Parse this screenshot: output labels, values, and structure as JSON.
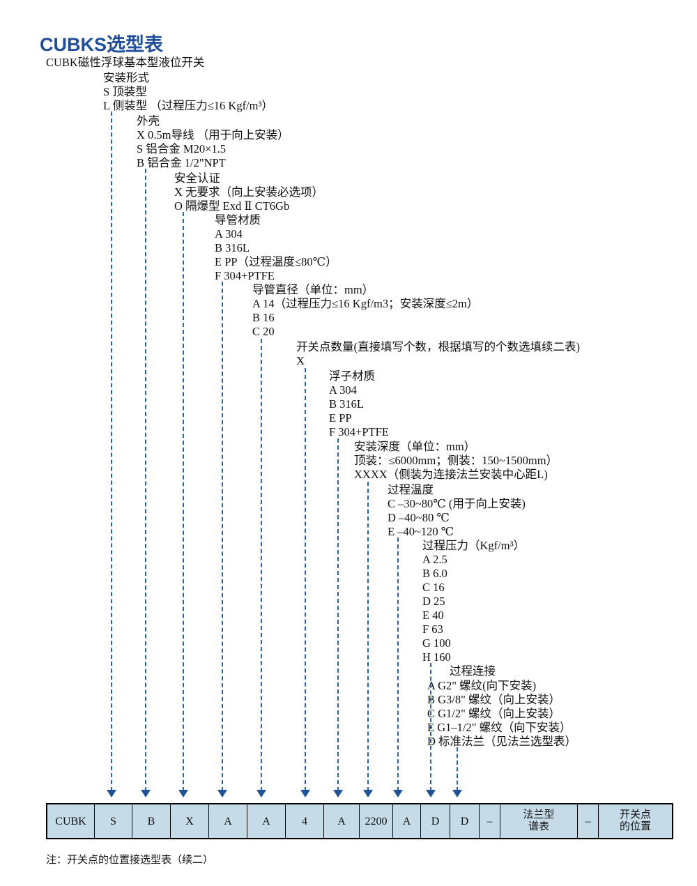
{
  "title": "CUBKS选型表",
  "root_label": "CUBK磁性浮球基本型液位开关",
  "groups": [
    {
      "name": "mounting-type",
      "heading": "安装形式",
      "options": [
        "S  顶装型",
        "L  侧装型    （过程压力≤16 Kgf/m³）"
      ]
    },
    {
      "name": "housing",
      "heading": "外壳",
      "options": [
        "X  0.5m导线 （用于向上安装）",
        "S  铝合金 M20×1.5",
        "B  铝合金 1/2\"NPT"
      ]
    },
    {
      "name": "safety-certification",
      "heading": "安全认证",
      "options": [
        "X  无要求（向上安装必选项）",
        "O  隔爆型 Exd Ⅱ CT6Gb"
      ]
    },
    {
      "name": "conduit-material",
      "heading": "导管材质",
      "options": [
        "A  304",
        "B  316L",
        "E  PP（过程温度≤80℃）",
        "F  304+PTFE"
      ]
    },
    {
      "name": "conduit-diameter",
      "heading": "导管直径（单位：mm）",
      "options": [
        "A  14（过程压力≤16 Kgf/m3；安装深度≤2m）",
        "B  16",
        "C  20"
      ]
    },
    {
      "name": "switch-point-count",
      "heading": "开关点数量(直接填写个数，根据填写的个数选填续二表)",
      "options": [
        "X"
      ]
    },
    {
      "name": "float-material",
      "heading": "浮子材质",
      "options": [
        "A  304",
        "B  316L",
        "E  PP",
        "F  304+PTFE"
      ]
    },
    {
      "name": "installation-depth",
      "heading": "安装深度（单位：mm）",
      "options": [
        "顶装：≤6000mm；侧装：150~1500mm）",
        "XXXX（侧装为连接法兰安装中心距L)"
      ]
    },
    {
      "name": "process-temperature",
      "heading": "过程温度",
      "options": [
        "C  –30~80℃ (用于向上安装)",
        "D  –40~80 ℃",
        "E  –40~120 ℃"
      ]
    },
    {
      "name": "process-pressure",
      "heading": "过程压力（Kgf/m³）",
      "options": [
        "A  2.5",
        "B  6.0",
        "C  16",
        "D  25",
        "E  40",
        "F  63",
        "G  100",
        "H  160"
      ]
    },
    {
      "name": "process-connection",
      "heading": "过程连接",
      "options": [
        "A  G2\" 螺纹(向下安装)",
        "B  G3/8\" 螺纹（向上安装）",
        "C  G1/2\" 螺纹（向上安装）",
        "E  G1–1/2\" 螺纹（向下安装）",
        "D  标准法兰（见法兰选型表）"
      ]
    }
  ],
  "code_table": {
    "cells": [
      "CUBK",
      "S",
      "B",
      "X",
      "A",
      "A",
      "4",
      "A",
      "2200",
      "A",
      "D",
      "D",
      "–",
      "法兰型\n谱表",
      "–",
      "开关点\n的位置"
    ],
    "flange_cell_line1": "法兰型",
    "flange_cell_line2": "谱表",
    "position_cell_line1": "开关点",
    "position_cell_line2": "的位置"
  },
  "note": "注：开关点的位置接选型表（续二）",
  "colors": {
    "title_blue": "#1f4e9c",
    "connector_blue": "#2a62ab",
    "arrow_blue": "#1f5296",
    "cell_fill": "#c5dbe7",
    "text": "#111111"
  }
}
